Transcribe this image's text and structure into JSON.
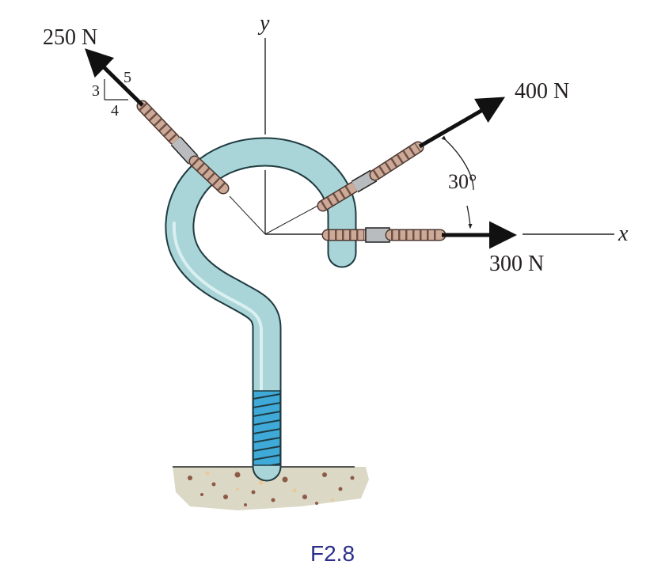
{
  "axes": {
    "x": "x",
    "y": "y"
  },
  "forces": {
    "f250": {
      "label": "250 N",
      "slope_rise": "3",
      "slope_run": "4",
      "slope_hyp": "5"
    },
    "f400": {
      "label": "400 N",
      "angle": "30°"
    },
    "f300": {
      "label": "300 N"
    }
  },
  "caption": "F2.8",
  "colors": {
    "hook": "#a9d5d8",
    "hook_outline": "#1f3b40",
    "thread": "#3fa9d8",
    "rope": "#cdaa98",
    "collar": "#b9bcbe",
    "ground": "#dcd8c6",
    "caption": "#2b2f8a"
  }
}
